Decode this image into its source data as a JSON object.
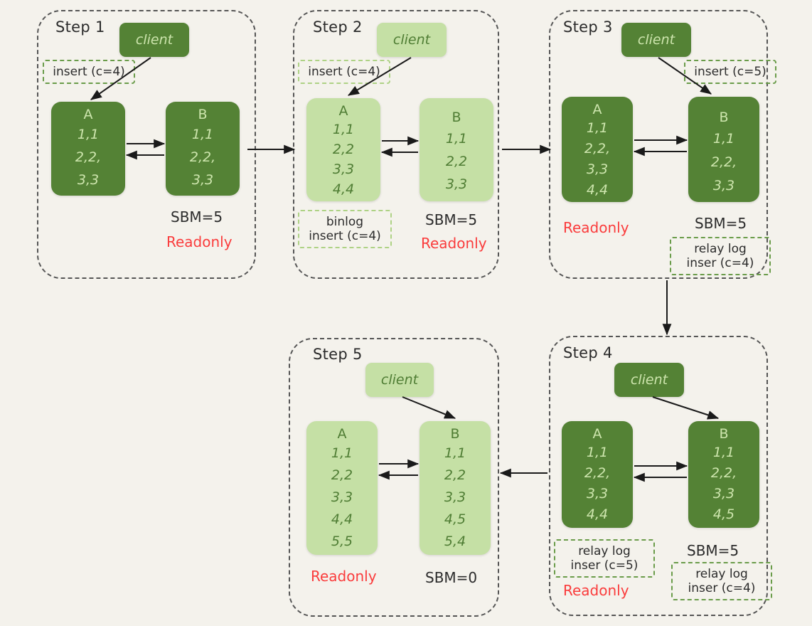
{
  "diagram": {
    "title": "MySQL master-slave replication SBM / Readonly failover sequence",
    "colors": {
      "background": "#f4f2ec",
      "node_dark": "#548235",
      "node_light": "#c5e0a5",
      "node_dark_text": "#cde5ad",
      "node_light_text": "#4f7d34",
      "readonly_red": "#fa3c3c",
      "tag_border_green": "#6a9c4a",
      "tag_border_pale_green": "#aed285",
      "container_dash": "#555555",
      "arrow": "#1a1a1a"
    }
  },
  "steps": [
    {
      "id": "step1",
      "title": "Step 1",
      "theme": "dark",
      "client_label": "client",
      "tags": [
        {
          "id": "tag-insert-c4",
          "lines": [
            "insert (c=4)"
          ],
          "style": "green"
        }
      ],
      "nodes": [
        {
          "id": "node-a",
          "name": "A",
          "rows": [
            "1,1",
            "2,2,",
            "3,3"
          ]
        },
        {
          "id": "node-b",
          "name": "B",
          "rows": [
            "1,1",
            "2,2,",
            "3,3"
          ]
        }
      ],
      "sbm": "SBM=5",
      "readonly": "Readonly"
    },
    {
      "id": "step2",
      "title": "Step 2",
      "theme": "light",
      "client_label": "client",
      "tags": [
        {
          "id": "tag-insert-c4",
          "lines": [
            "insert (c=4)"
          ],
          "style": "pale"
        },
        {
          "id": "tag-binlog",
          "lines": [
            "binlog",
            "insert (c=4)"
          ],
          "style": "pale"
        }
      ],
      "nodes": [
        {
          "id": "node-a",
          "name": "A",
          "rows": [
            "1,1",
            "2,2",
            "3,3",
            "4,4"
          ]
        },
        {
          "id": "node-b",
          "name": "B",
          "rows": [
            "1,1",
            "2,2",
            "3,3"
          ]
        }
      ],
      "sbm": "SBM=5",
      "readonly": "Readonly"
    },
    {
      "id": "step3",
      "title": "Step 3",
      "theme": "dark",
      "client_label": "client",
      "tags": [
        {
          "id": "tag-insert-c5",
          "lines": [
            "insert (c=5)"
          ],
          "style": "green"
        },
        {
          "id": "tag-relaylog-c4",
          "lines": [
            "relay log",
            "inser (c=4)"
          ],
          "style": "green"
        }
      ],
      "nodes": [
        {
          "id": "node-a",
          "name": "A",
          "rows": [
            "1,1",
            "2,2,",
            "3,3",
            "4,4"
          ]
        },
        {
          "id": "node-b",
          "name": "B",
          "rows": [
            "1,1",
            "2,2,",
            "3,3"
          ]
        }
      ],
      "sbm": "SBM=5",
      "readonly": "Readonly"
    },
    {
      "id": "step4",
      "title": "Step 4",
      "theme": "dark",
      "client_label": "client",
      "tags": [
        {
          "id": "tag-relaylog-c5",
          "lines": [
            "relay log",
            "inser (c=5)"
          ],
          "style": "green"
        },
        {
          "id": "tag-relaylog-c4",
          "lines": [
            "relay log",
            "inser (c=4)"
          ],
          "style": "green"
        }
      ],
      "nodes": [
        {
          "id": "node-a",
          "name": "A",
          "rows": [
            "1,1",
            "2,2,",
            "3,3",
            "4,4"
          ]
        },
        {
          "id": "node-b",
          "name": "B",
          "rows": [
            "1,1",
            "2,2,",
            "3,3",
            "4,5"
          ]
        }
      ],
      "sbm": "SBM=5",
      "readonly": "Readonly"
    },
    {
      "id": "step5",
      "title": "Step 5",
      "theme": "light",
      "client_label": "client",
      "tags": [],
      "nodes": [
        {
          "id": "node-a",
          "name": "A",
          "rows": [
            "1,1",
            "2,2",
            "3,3",
            "4,4",
            "5,5"
          ]
        },
        {
          "id": "node-b",
          "name": "B",
          "rows": [
            "1,1",
            "2,2",
            "3,3",
            "4,5",
            "5,4"
          ]
        }
      ],
      "sbm": "SBM=0",
      "readonly": "Readonly"
    }
  ],
  "flow": [
    {
      "id": "flow-1-2",
      "from": "step1",
      "to": "step2",
      "direction": "right"
    },
    {
      "id": "flow-2-3",
      "from": "step2",
      "to": "step3",
      "direction": "right"
    },
    {
      "id": "flow-3-4",
      "from": "step3",
      "to": "step4",
      "direction": "down"
    },
    {
      "id": "flow-4-5",
      "from": "step4",
      "to": "step5",
      "direction": "left"
    }
  ]
}
